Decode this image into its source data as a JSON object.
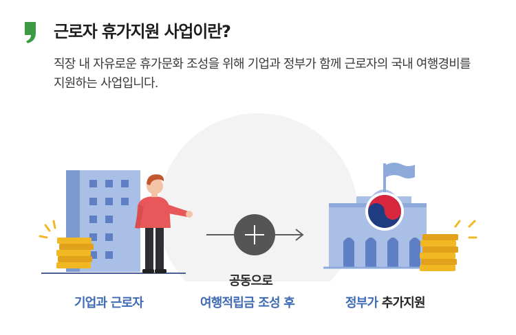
{
  "header": {
    "title": "근로자 휴가지원 사업이란?",
    "description": "직장 내 자유로운 휴가문화 조성을 위해 기업과 정부가 함께 근로자의 국내 여행경비를 지원하는 사업입니다."
  },
  "diagram": {
    "left_label": "기업과 근로자",
    "connector_caption": "공동으로",
    "middle_label": "여행적립금 조성 후",
    "right_label_colored": "정부가",
    "right_label_plain": "추가지원"
  },
  "colors": {
    "accent_green": "#3b9a42",
    "label_blue": "#3e6bb4",
    "building_blue": "#8eaadb",
    "coin_gold": "#f2b824"
  },
  "icons": {
    "quote": "quote-icon",
    "plus": "plus-icon",
    "arrow": "arrow-right-icon",
    "flag": "flag-icon",
    "taegeuk": "taegeuk-emblem-icon"
  }
}
